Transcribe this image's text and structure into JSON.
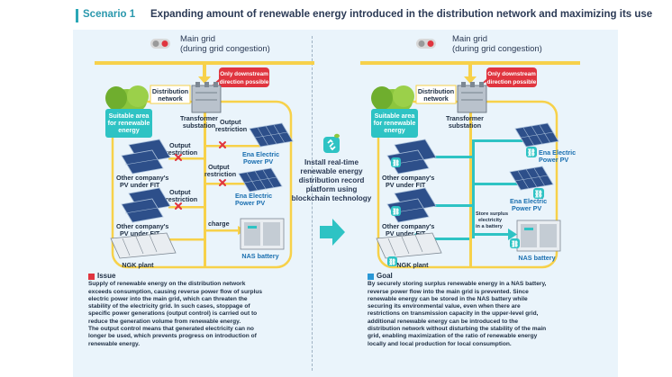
{
  "header": {
    "scenario": "Scenario 1",
    "title": "Expanding amount of renewable energy introduced in the distribution network and    maximizing its use"
  },
  "diagram": {
    "main_grid": [
      "Main grid",
      "(during grid congestion)"
    ],
    "only_downstream": [
      "Only downstream",
      "direction possible"
    ],
    "distribution_network": [
      "Distribution",
      "network"
    ],
    "suitable_area": [
      "Suitable area",
      "for renewable",
      "energy"
    ],
    "transformer": [
      "Transformer",
      "substation"
    ],
    "output_restriction": [
      "Output",
      "restriction"
    ],
    "ena_pv": [
      "Ena Electric",
      "Power PV"
    ],
    "other_pv": [
      "Other company's",
      "PV under FIT"
    ],
    "charge": "charge",
    "nas_battery": "NAS battery",
    "ngk_plant": "NGK plant",
    "store_surplus": [
      "Store surplus",
      "electricity",
      "in a battery"
    ]
  },
  "middle": {
    "text": [
      "Install real-time",
      "renewable energy",
      "distribution record",
      "platform using",
      "blockchain technology"
    ]
  },
  "issue": {
    "heading": "Issue",
    "lines": [
      "Supply of renewable energy on the distribution network",
      "exceeds consumption, causing reverse power flow of surplus",
      "electric power into the main grid, which can threaten the",
      "stability of the electricity grid. In such cases, stoppage of",
      "specific power generations (output control) is carried out to",
      "reduce the generation volume from renewable energy.",
      "The output control means that generated electricity can no",
      "longer be used, which prevents progress on introduction of",
      "renewable energy."
    ]
  },
  "goal": {
    "heading": "Goal",
    "lines": [
      "By securely storing surplus renewable energy in a NAS battery,",
      "reverse power flow into the main grid is prevented. Since",
      "renewable energy can be stored in the NAS battery while",
      "securing its environmental value, even when there are",
      "restrictions on transmission capacity in the upper-level grid,",
      "additional renewable energy can be introduced to the",
      "distribution network without disturbing the stability of the main",
      "grid, enabling maximization of the ratio of renewable energy",
      "locally and local production for local consumption."
    ]
  },
  "colors": {
    "accent": "#2aa7b6",
    "yellow": "#f7d14a",
    "red": "#e0353f",
    "teal": "#2ec3c4",
    "issue": "#e0353f",
    "goal": "#2a98d6"
  }
}
